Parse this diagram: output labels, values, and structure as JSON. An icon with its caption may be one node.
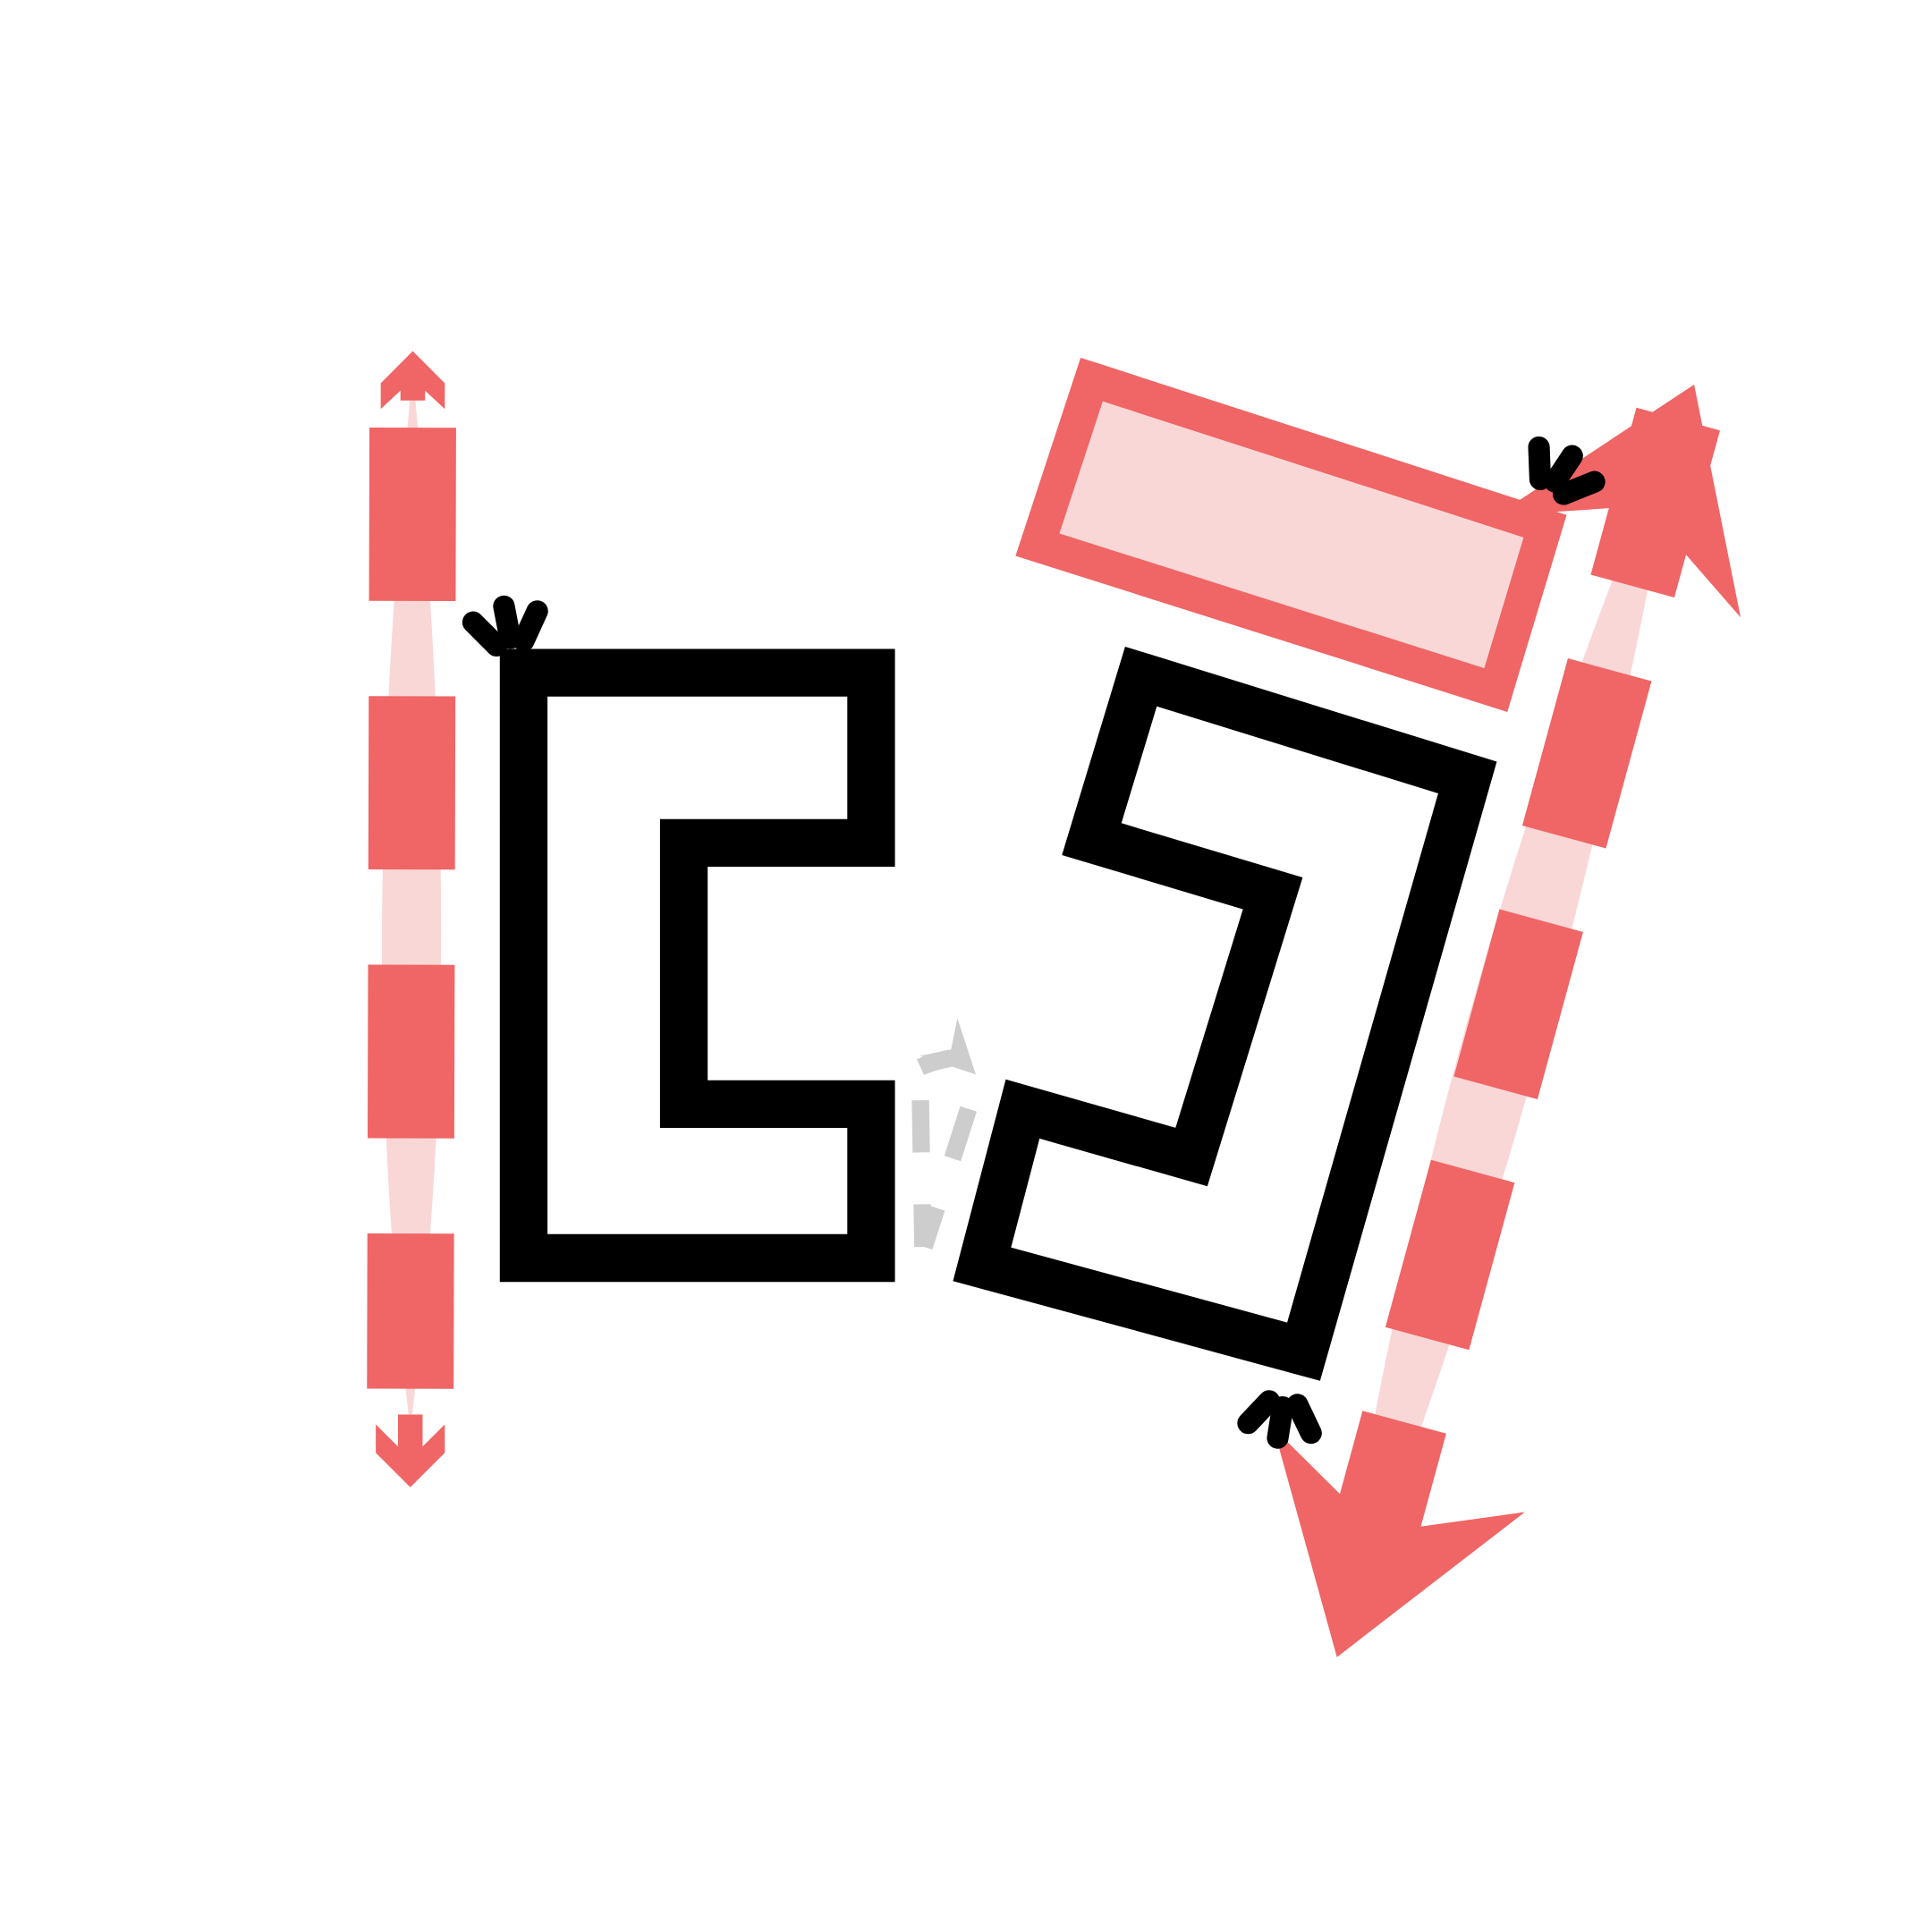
{
  "diagram": {
    "nodes": [
      {
        "text": [],
        "shape": "bracket"
      },
      {
        "text": [],
        "shape": "box"
      },
      {
        "text": [],
        "shape": "bracket"
      }
    ]
  }
}
